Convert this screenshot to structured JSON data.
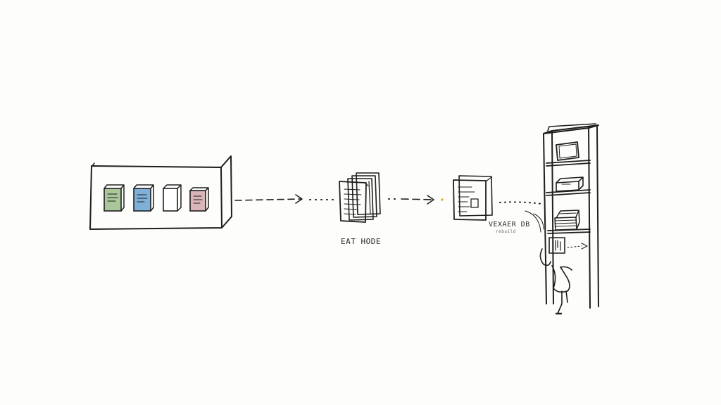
{
  "diagram": {
    "colors": {
      "ink": "#1e1e1e",
      "doc_green": "#a9c79a",
      "doc_blue": "#7fb0d8",
      "doc_white": "#ffffff",
      "doc_pink": "#d9b4b8",
      "arrow_tip_accent": "#e0a02a"
    },
    "nodes": [
      {
        "id": "source-panel",
        "icon": "framed-documents-panel"
      },
      {
        "id": "processing-node",
        "icon": "document-stack-icon",
        "label": "EAT HODE"
      },
      {
        "id": "single-document",
        "icon": "document-icon"
      },
      {
        "id": "vector-db",
        "icon": "bookshelf-icon",
        "label": "VEXAER DB",
        "sublabel": "rebuild"
      }
    ],
    "edges": [
      {
        "from": "source-panel",
        "to": "processing-node",
        "style": "dashed-arrow"
      },
      {
        "from": "processing-node",
        "to": "single-document",
        "style": "dashed-arrow"
      },
      {
        "from": "single-document",
        "to": "vector-db",
        "style": "dotted-curve"
      }
    ]
  }
}
